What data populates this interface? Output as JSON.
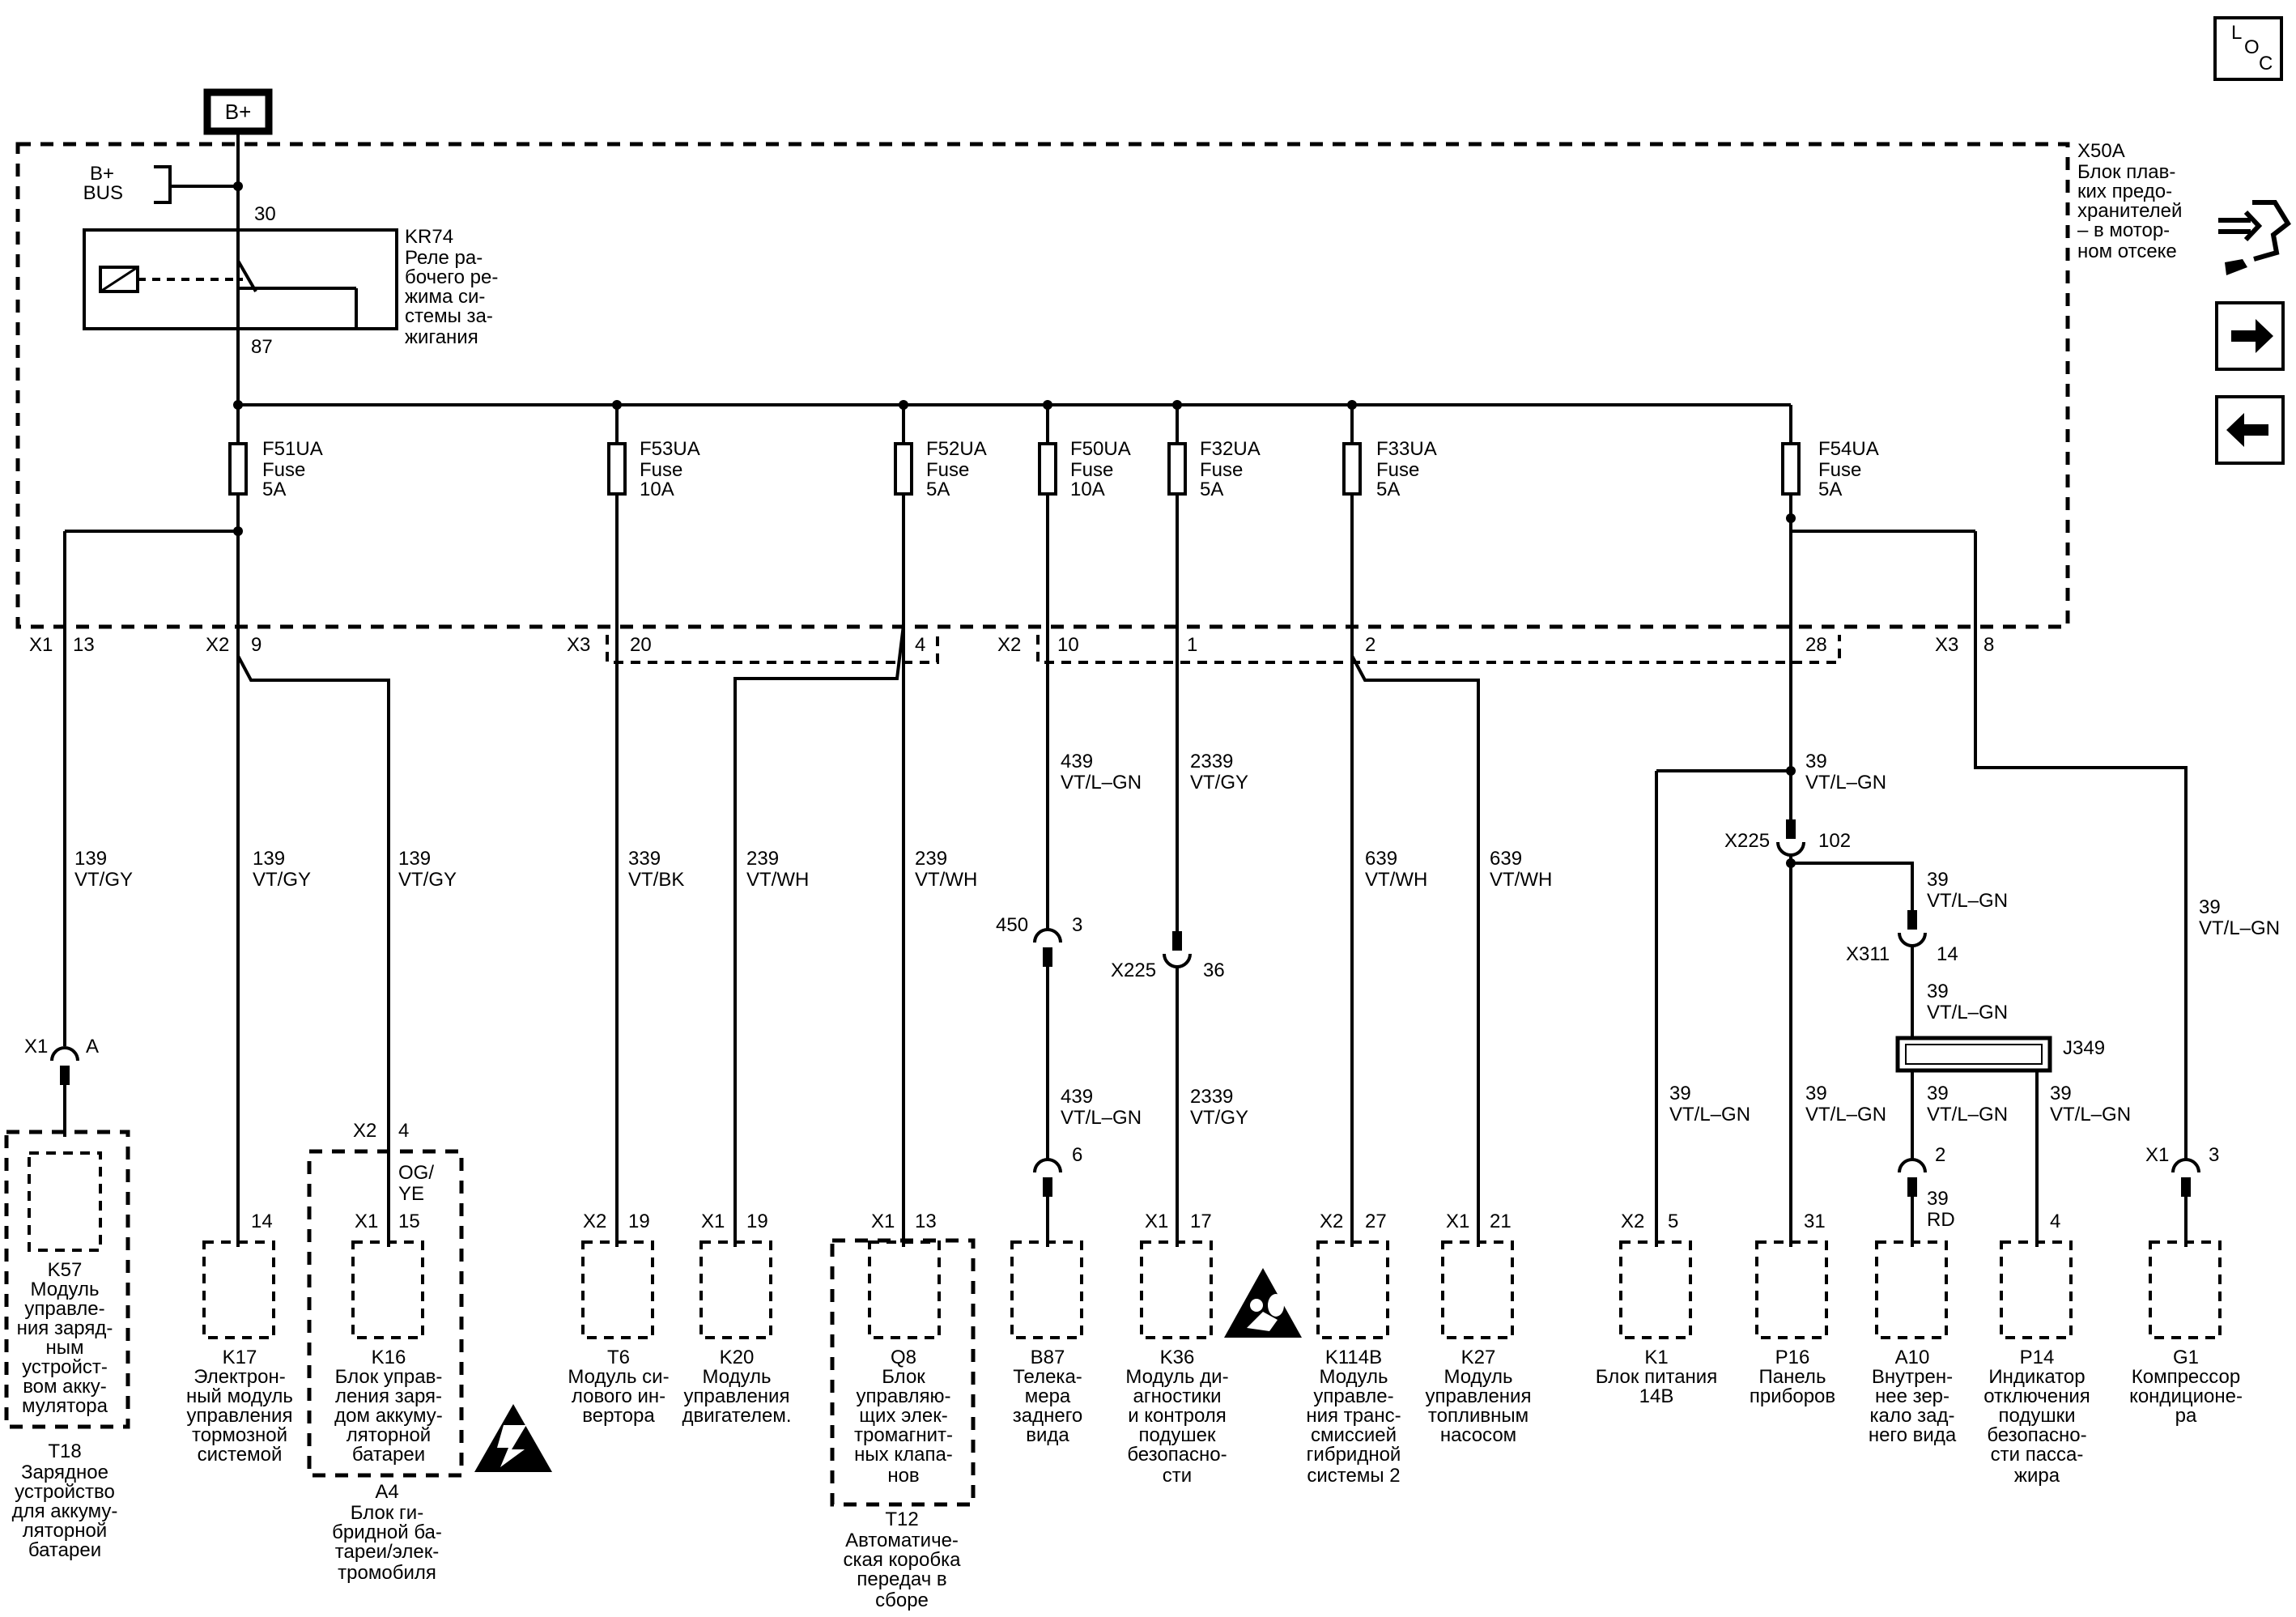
{
  "supply": {
    "label": "B+",
    "bus_line1": "B+",
    "bus_line2": "BUS"
  },
  "nav_icons": {
    "loc_l": "L",
    "loc_o": "O",
    "loc_c": "C",
    "connector_icon": "connector-view-icon",
    "next_icon": "arrow-right-icon",
    "prev_icon": "arrow-left-icon"
  },
  "fuse_block": {
    "id": "X50A",
    "desc": [
      "Блок плав-",
      "ких предо-",
      "хранителей",
      "– в мотор-",
      "ном отсеке"
    ]
  },
  "relay": {
    "id": "KR74",
    "desc": [
      "Реле ра-",
      "бочего ре-",
      "жима си-",
      "стемы за-",
      "жигания"
    ],
    "pin_in": "30",
    "pin_out": "87"
  },
  "fuses": [
    {
      "id": "F51UA",
      "type": "Fuse",
      "rating": "5A"
    },
    {
      "id": "F53UA",
      "type": "Fuse",
      "rating": "10A"
    },
    {
      "id": "F52UA",
      "type": "Fuse",
      "rating": "5A"
    },
    {
      "id": "F50UA",
      "type": "Fuse",
      "rating": "10A"
    },
    {
      "id": "F32UA",
      "type": "Fuse",
      "rating": "5A"
    },
    {
      "id": "F33UA",
      "type": "Fuse",
      "rating": "5A"
    },
    {
      "id": "F54UA",
      "type": "Fuse",
      "rating": "5A"
    }
  ],
  "block_pins": [
    {
      "conn": "X1",
      "pin": "13"
    },
    {
      "conn": "X2",
      "pin": "9"
    },
    {
      "conn": "X3",
      "pin": "20"
    },
    {
      "conn": "",
      "pin": "4"
    },
    {
      "conn": "X2",
      "pin": "10"
    },
    {
      "conn": "",
      "pin": "1"
    },
    {
      "conn": "",
      "pin": "2"
    },
    {
      "conn": "",
      "pin": "28"
    },
    {
      "conn": "X3",
      "pin": "8"
    }
  ],
  "wires": [
    {
      "circuit": "139",
      "color": "VT/GY"
    },
    {
      "circuit": "139",
      "color": "VT/GY"
    },
    {
      "circuit": "139",
      "color": "VT/GY"
    },
    {
      "circuit": "339",
      "color": "VT/BK"
    },
    {
      "circuit": "239",
      "color": "VT/WH"
    },
    {
      "circuit": "239",
      "color": "VT/WH"
    },
    {
      "circuit": "439",
      "color": "VT/L–GN"
    },
    {
      "circuit": "439",
      "color": "VT/L–GN"
    },
    {
      "circuit": "2339",
      "color": "VT/GY"
    },
    {
      "circuit": "2339",
      "color": "VT/GY"
    },
    {
      "circuit": "639",
      "color": "VT/WH"
    },
    {
      "circuit": "639",
      "color": "VT/WH"
    },
    {
      "circuit": "39",
      "color": "VT/L–GN"
    },
    {
      "circuit": "39",
      "color": "VT/L–GN"
    },
    {
      "circuit": "39",
      "color": "VT/L–GN"
    },
    {
      "circuit": "39",
      "color": "VT/L–GN"
    },
    {
      "circuit": "39",
      "color": "VT/L–GN"
    },
    {
      "circuit": "39",
      "color": "VT/L–GN"
    },
    {
      "circuit": "39",
      "color": "VT/L–GN"
    },
    {
      "circuit": "39",
      "color": "RD"
    },
    {
      "circuit": "OG/",
      "color": "YE"
    }
  ],
  "inline_connectors": [
    {
      "id": "450",
      "pin_a": "3",
      "pin_b": "6"
    },
    {
      "id": "X225",
      "pin_a": "36",
      "pin_b": ""
    },
    {
      "id": "X225",
      "pin_a": "102",
      "pin_b": ""
    },
    {
      "id": "X311",
      "pin_a": "14",
      "pin_b": "2"
    },
    {
      "id": "X1",
      "pin_a": "A",
      "pin_b": ""
    },
    {
      "id": "X1",
      "pin_a": "3",
      "pin_b": ""
    }
  ],
  "splice": {
    "id": "J349"
  },
  "components": [
    {
      "id": "K57",
      "conn": "",
      "pin": "",
      "desc": [
        "Модуль",
        "управле-",
        "ния заряд-",
        "ным",
        "устройст-",
        "вом акку-",
        "мулятора"
      ]
    },
    {
      "id": "K17",
      "conn": "",
      "pin": "14",
      "desc": [
        "Электрон-",
        "ный модуль",
        "управления",
        "тормозной",
        "системой"
      ]
    },
    {
      "id": "K16",
      "conn": "X1",
      "pin": "15",
      "desc": [
        "Блок управ-",
        "ления заря-",
        "дом аккуму-",
        "ляторной",
        "батареи"
      ]
    },
    {
      "id": "T6",
      "conn": "X2",
      "pin": "19",
      "desc": [
        "Модуль си-",
        "лового ин-",
        "вертора"
      ]
    },
    {
      "id": "K20",
      "conn": "X1",
      "pin": "19",
      "desc": [
        "Модуль",
        "управления",
        "двигателем."
      ]
    },
    {
      "id": "Q8",
      "conn": "X1",
      "pin": "13",
      "desc": [
        "Блок",
        "управляю-",
        "щих элек-",
        "тромагнит-",
        "ных клапа-",
        "нов"
      ]
    },
    {
      "id": "B87",
      "conn": "",
      "pin": "",
      "desc": [
        "Телека-",
        "мера",
        "заднего",
        "вида"
      ]
    },
    {
      "id": "K36",
      "conn": "X1",
      "pin": "17",
      "desc": [
        "Модуль ди-",
        "агностики",
        "и контроля",
        "подушек",
        "безопасно-",
        "сти"
      ]
    },
    {
      "id": "K114B",
      "conn": "X2",
      "pin": "27",
      "desc": [
        "Модуль",
        "управле-",
        "ния транс-",
        "смиссией",
        "гибридной",
        "системы 2"
      ]
    },
    {
      "id": "K27",
      "conn": "X1",
      "pin": "21",
      "desc": [
        "Модуль",
        "управления",
        "топливным",
        "насосом"
      ]
    },
    {
      "id": "K1",
      "conn": "X2",
      "pin": "5",
      "desc": [
        "Блок питания",
        "14В"
      ]
    },
    {
      "id": "P16",
      "conn": "",
      "pin": "31",
      "desc": [
        "Панель",
        "приборов"
      ]
    },
    {
      "id": "A10",
      "conn": "",
      "pin": "",
      "desc": [
        "Внутрен-",
        "нее зер-",
        "кало зад-",
        "него вида"
      ]
    },
    {
      "id": "P14",
      "conn": "",
      "pin": "4",
      "desc": [
        "Индикатор",
        "отключения",
        "подушки",
        "безопасно-",
        "сти пасса-",
        "жира"
      ]
    },
    {
      "id": "G1",
      "conn": "",
      "pin": "",
      "desc": [
        "Компрессор",
        "кондиционе-",
        "ра"
      ]
    }
  ],
  "assemblies": [
    {
      "id": "T18",
      "desc": [
        "Зарядное",
        "устройство",
        "для аккуму-",
        "ляторной",
        "батареи"
      ]
    },
    {
      "id": "A4",
      "desc": [
        "Блок ги-",
        "бридной ба-",
        "тареи/элек-",
        "тромобиля"
      ]
    },
    {
      "id": "T12",
      "desc": [
        "Автоматиче-",
        "ская коробка",
        "передач в",
        "сборе"
      ]
    }
  ],
  "k16_header": {
    "conn": "X2",
    "pin": "4"
  }
}
